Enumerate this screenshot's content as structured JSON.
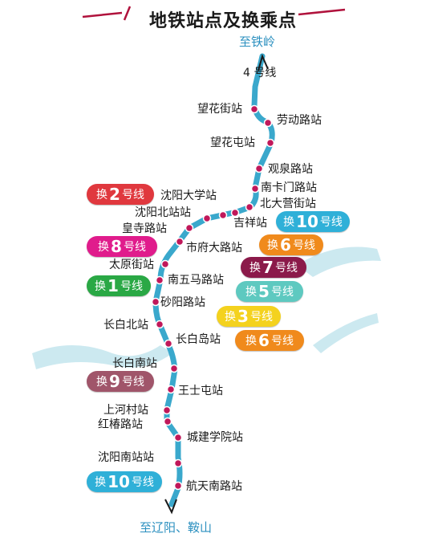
{
  "title": "地铁站点及换乘点",
  "directions": {
    "north": "至铁岭",
    "south": "至辽阳、鞍山"
  },
  "line_label": "4 号线",
  "colors": {
    "route": "#3aa8cc",
    "station_dot": "#c0185a",
    "title_rule": "#b0123c",
    "water": "#bfe4ec"
  },
  "stations": [
    "望花街站",
    "劳动路站",
    "望花屯站",
    "观泉路站",
    "南卡门路站",
    "北大营街站",
    "吉祥站",
    "沈阳大学站",
    "沈阳北站站",
    "皇寺路站",
    "市府大路站",
    "太原街站",
    "南五马路站",
    "砂阳路站",
    "长白北站",
    "长白岛站",
    "长白南站",
    "王士屯站",
    "上河村站",
    "红椿路站",
    "城建学院站",
    "沈阳南站站",
    "航天南路站"
  ],
  "transfers": [
    {
      "prefix": "换",
      "number": "2",
      "suffix": "号线",
      "color": "#e0383e"
    },
    {
      "prefix": "换",
      "number": "10",
      "suffix": "号线",
      "color": "#2fb0d8"
    },
    {
      "prefix": "换",
      "number": "8",
      "suffix": "号线",
      "color": "#e01c8c"
    },
    {
      "prefix": "换",
      "number": "6",
      "suffix": "号线",
      "color": "#f08a1c"
    },
    {
      "prefix": "换",
      "number": "7",
      "suffix": "号线",
      "color": "#8b1a4a"
    },
    {
      "prefix": "换",
      "number": "1",
      "suffix": "号线",
      "color": "#2aa845"
    },
    {
      "prefix": "换",
      "number": "5",
      "suffix": "号线",
      "color": "#5ec9c0"
    },
    {
      "prefix": "换",
      "number": "3",
      "suffix": "号线",
      "color": "#f4d21e"
    },
    {
      "prefix": "换",
      "number": "6",
      "suffix": "号线",
      "color": "#f08a1c"
    },
    {
      "prefix": "换",
      "number": "9",
      "suffix": "号线",
      "color": "#a0556a"
    },
    {
      "prefix": "换",
      "number": "10",
      "suffix": "号线",
      "color": "#2fb0d8"
    }
  ]
}
